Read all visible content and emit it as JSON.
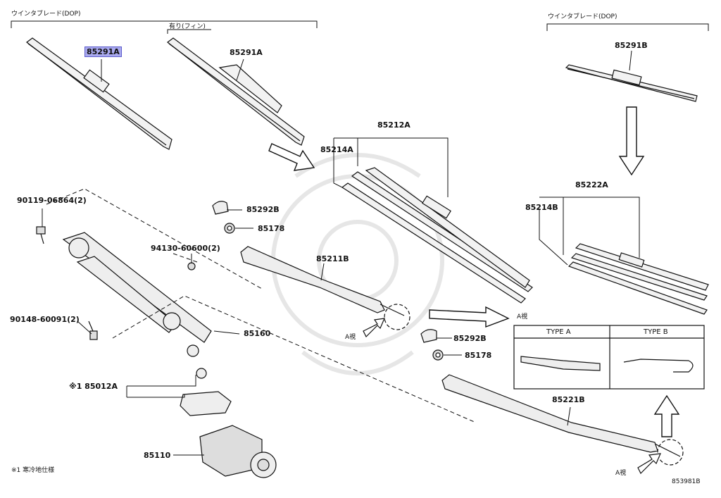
{
  "labels": {
    "blade_dop_left": "ウインタブレード(DOP)",
    "fin": "有り(フィン)",
    "blade_dop_right": "ウインタブレード(DOP)",
    "p85291A_hl": "85291A",
    "p85291A": "85291A",
    "p85291B": "85291B",
    "p85212A": "85212A",
    "p85214A": "85214A",
    "p85222A": "85222A",
    "p85214B": "85214B",
    "p85292B_1": "85292B",
    "p85178_1": "85178",
    "p85211B": "85211B",
    "p94130": "94130-60600(2)",
    "p90119": "90119-06864(2)",
    "p90148": "90148-60091(2)",
    "p85160": "85160",
    "p85012A": "※1 85012A",
    "p85110": "85110",
    "p85292B_2": "85292B",
    "p85178_2": "85178",
    "p85221B": "85221B",
    "view_a_1": "A視",
    "view_a_2": "A視",
    "view_a_3": "A視",
    "type_a": "TYPE A",
    "type_b": "TYPE B",
    "footnote": "※1 寒冷地仕様",
    "diagram_id": "853981B"
  },
  "colors": {
    "highlight": "#a9a9ee",
    "line": "#111111",
    "watermark": "#e6e6e6"
  }
}
